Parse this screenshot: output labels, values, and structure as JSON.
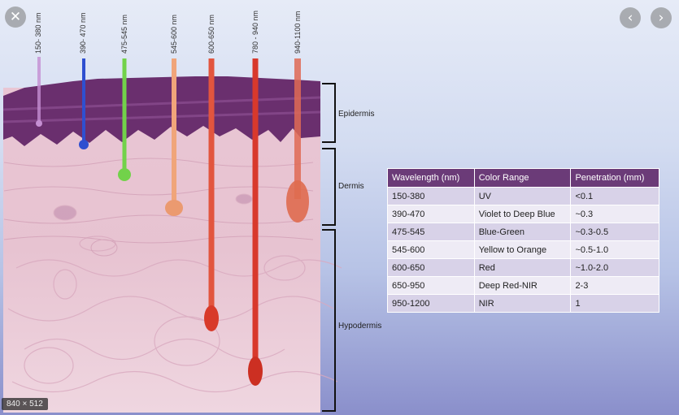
{
  "viewer": {
    "close_icon": "close-icon",
    "prev_icon": "chevron-left-icon",
    "next_icon": "chevron-right-icon",
    "size_badge": "840 × 512"
  },
  "figure": {
    "layers": {
      "epidermis": "Epidermis",
      "dermis": "Dermis",
      "hypodermis": "Hypodermis"
    },
    "wavelength_labels": [
      {
        "text": "150- 380 nm",
        "color": "#c58fd3"
      },
      {
        "text": "390- 470 nm",
        "color": "#2f4fd0"
      },
      {
        "text": "475-545 nm",
        "color": "#72d24a"
      },
      {
        "text": "545-600 nm",
        "color": "#f0a57a"
      },
      {
        "text": "600-650 nm",
        "color": "#e2553e"
      },
      {
        "text": "780 - 940 nm",
        "color": "#d8392c"
      },
      {
        "text": "940-1100 nm",
        "color": "#e06a55"
      }
    ],
    "table": {
      "headers": [
        "Wavelength (nm)",
        "Color Range",
        "Penetration (mm)"
      ],
      "rows": [
        [
          "150-380",
          "UV",
          "<0.1"
        ],
        [
          "390-470",
          "Violet to Deep Blue",
          "~0.3"
        ],
        [
          "475-545",
          "Blue-Green",
          "~0.3-0.5"
        ],
        [
          "545-600",
          "Yellow to Orange",
          "~0.5-1.0"
        ],
        [
          "600-650",
          "Red",
          "~1.0-2.0"
        ],
        [
          "650-950",
          "Deep Red-NIR",
          "2-3"
        ],
        [
          "950-1200",
          "NIR",
          "1"
        ]
      ]
    }
  }
}
